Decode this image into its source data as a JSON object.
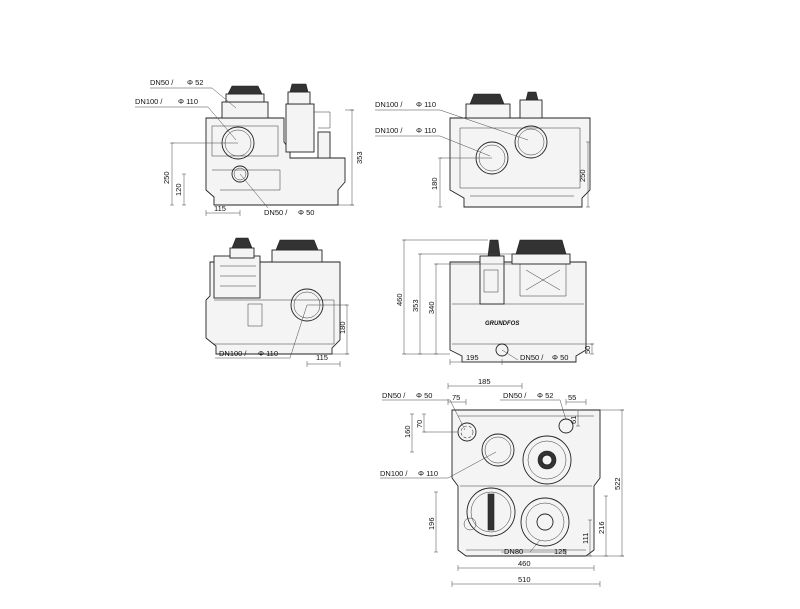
{
  "views": {
    "v1": {
      "callout_dn50_52": {
        "dn": "DN50 /",
        "dia": "Φ 52"
      },
      "callout_dn100_110": {
        "dn": "DN100 /",
        "dia": "Φ 110"
      },
      "callout_dn50_50": {
        "dn": "DN50 /",
        "dia": "Φ 50"
      },
      "dim_250": "250",
      "dim_120": "120",
      "dim_353": "353",
      "dim_115": "115"
    },
    "v2": {
      "callout_a": {
        "dn": "DN100 /",
        "dia": "Φ 110"
      },
      "callout_b": {
        "dn": "DN100 /",
        "dia": "Φ 110"
      },
      "dim_180": "180",
      "dim_250": "250"
    },
    "v3": {
      "callout": {
        "dn": "DN100 /",
        "dia": "Φ 110"
      },
      "dim_180": "180",
      "dim_115": "115"
    },
    "v4": {
      "dim_460": "460",
      "dim_353": "353",
      "dim_340": "340",
      "dim_195": "195",
      "dim_50": "50",
      "callout": {
        "dn": "DN50 /",
        "dia": "Φ 50"
      },
      "brand": "GRUNDFOS"
    },
    "v5": {
      "dim_185": "185",
      "callout_left": {
        "dn": "DN50 /",
        "dia": "Φ 50"
      },
      "callout_right": {
        "dn": "DN50 /",
        "dia": "Φ 52"
      },
      "dim_75": "75",
      "dim_55": "55",
      "dim_160": "160",
      "dim_70": "70",
      "dim_61": "61",
      "callout_mid": {
        "dn": "DN100 /",
        "dia": "Φ 110"
      },
      "dim_522": "522",
      "dim_196": "196",
      "dim_216": "216",
      "dim_111": "111",
      "dn80": "DN80",
      "dim_125": "125",
      "dim_460": "460",
      "dim_510": "510"
    }
  },
  "colors": {
    "line": "#222222",
    "background": "#ffffff",
    "fill": "#f4f4f4"
  }
}
